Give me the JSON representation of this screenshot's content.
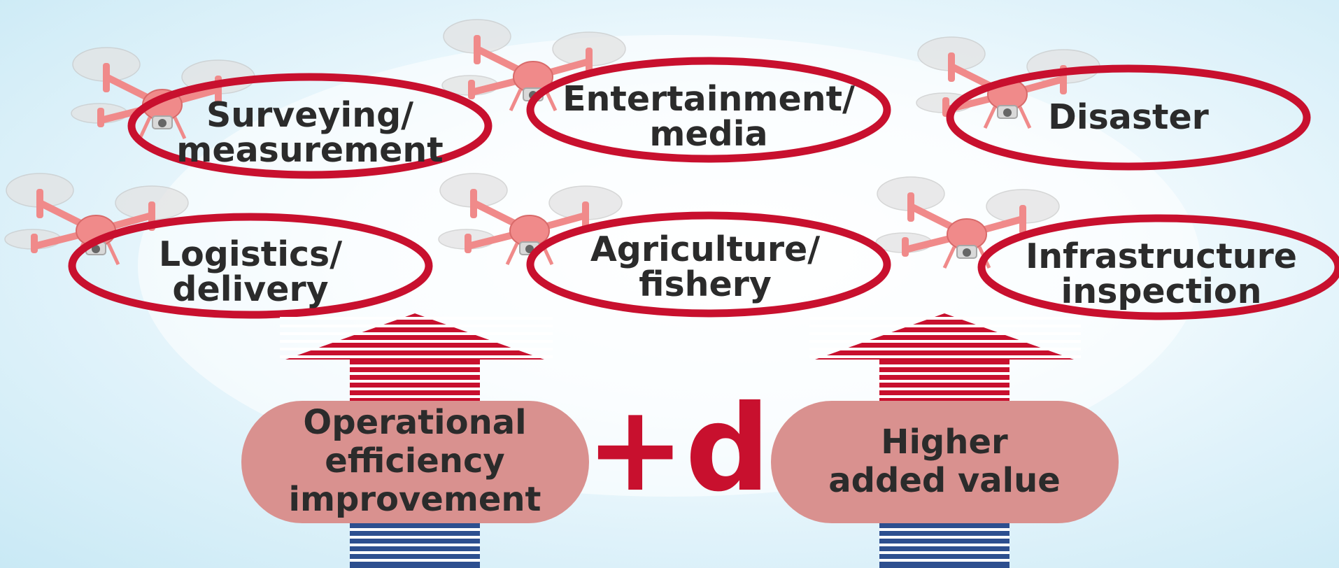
{
  "use_cases": [
    {
      "line1": "Surveying/",
      "line2": "measurement"
    },
    {
      "line1": "Entertainment/",
      "line2": "media"
    },
    {
      "line1": "Disaster",
      "line2": ""
    },
    {
      "line1": "Logistics/",
      "line2": "delivery"
    },
    {
      "line1": "Agriculture/",
      "line2": "fishery"
    },
    {
      "line1": "Infrastructure",
      "line2": "inspection"
    }
  ],
  "drivers": [
    {
      "line1": "Operational",
      "line2": "efficiency",
      "line3": "improvement"
    },
    {
      "line1": "Higher",
      "line2": "added value",
      "line3": ""
    }
  ],
  "logo_text": "+d",
  "colors": {
    "ellipse_stroke": "#c8102e",
    "pill_fill": "#d9918f",
    "arrow_red": "#c8102e",
    "arrow_blue": "#2d4f8f",
    "logo": "#c8102e",
    "drone_body": "#f08a8a",
    "text": "#2b2b2b"
  }
}
